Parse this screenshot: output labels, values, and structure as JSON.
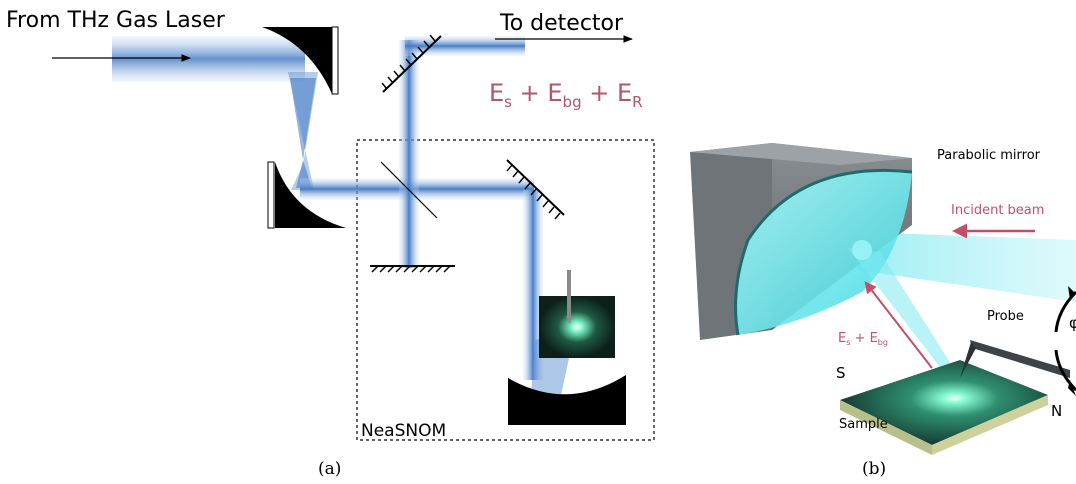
{
  "panel_a": {
    "source_label": "From THz Gas Laser",
    "detector_label": "To detector",
    "field_terms": {
      "e1": "E",
      "s1": "s",
      "plus1": " + ",
      "e2": "E",
      "s2": "bg",
      "plus2": " + ",
      "e3": "E",
      "s3": "R"
    },
    "instrument_label": "NeaSNOM",
    "caption": "(a)"
  },
  "panel_b": {
    "mirror_label": "Parabolic mirror",
    "beam_label": "Incident beam",
    "probe_label": "Probe",
    "scatter_terms": {
      "e1": "E",
      "s1": "s",
      "plus": " + ",
      "e2": "E",
      "s2": "bg"
    },
    "sample_label": "Sample",
    "south_label": "S",
    "north_label": "N",
    "angle_label": "φ",
    "caption": "(b)"
  },
  "colors": {
    "beam": "#5b8fd0",
    "field_text": "#b5556a",
    "mirror": "#000000",
    "cyan_mirror": "#6ef0f0",
    "sample_glow": "#4fe0b0"
  }
}
